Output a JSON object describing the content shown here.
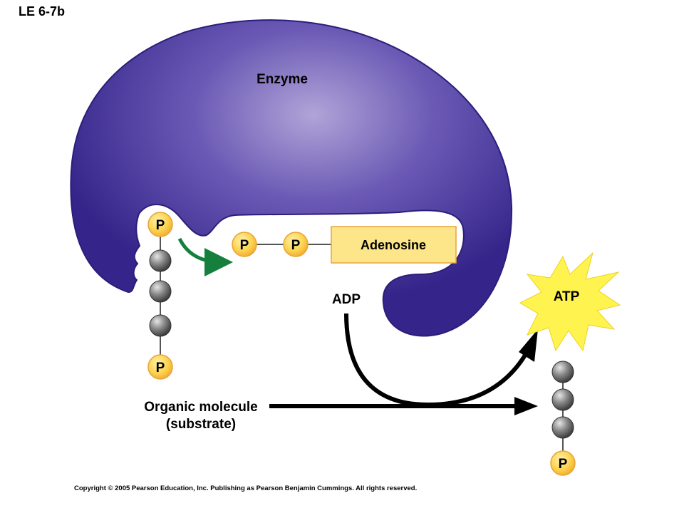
{
  "figure_id": "LE 6-7b",
  "labels": {
    "enzyme": "Enzyme",
    "adenosine": "Adenosine",
    "adp": "ADP",
    "atp": "ATP",
    "substrate_line1": "Organic molecule",
    "substrate_line2": "(substrate)",
    "phosphate": "P"
  },
  "copyright": "Copyright © 2005 Pearson Education, Inc. Publishing as Pearson Benjamin Cummings. All rights reserved.",
  "colors": {
    "enzyme_dark": "#3a2a8c",
    "enzyme_mid": "#5a48a8",
    "enzyme_light": "#a89ad0",
    "phosphate_fill": "#fcd34d",
    "phosphate_stroke": "#e8a33a",
    "adenosine_fill": "#fde68a",
    "atp_burst": "#fff44f",
    "transfer_arrow": "#15803d",
    "arrow": "#000000",
    "bead": "#555555"
  }
}
